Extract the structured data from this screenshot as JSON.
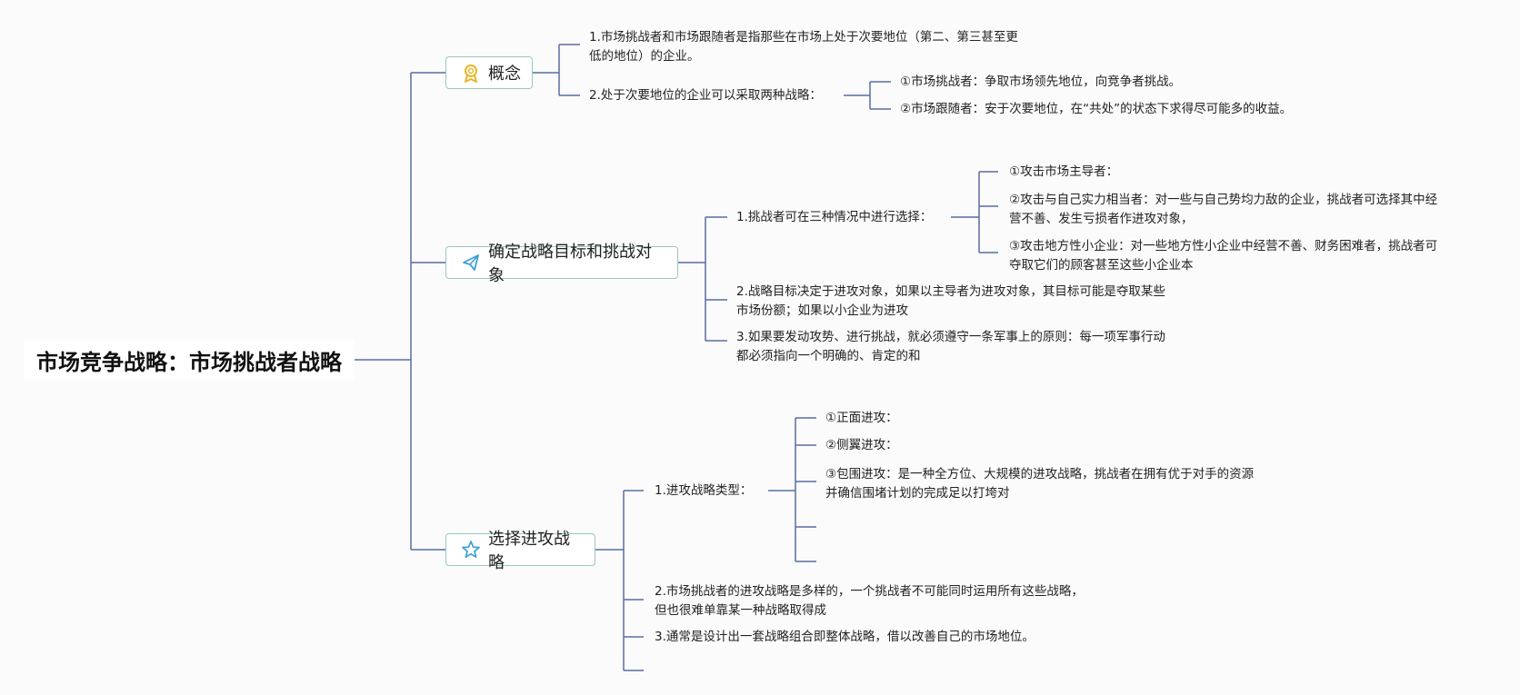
{
  "root": {
    "title": "市场竞争战略：市场挑战者战略"
  },
  "colors": {
    "line": "#3e5592",
    "topic_border": "#9cc6c0",
    "icon_gold": "#e8b62a",
    "icon_blue": "#3aa0d8"
  },
  "branches": [
    {
      "label": "概念",
      "icon": "award-ribbon-icon",
      "children": [
        {
          "lines": [
            "1.市场挑战者和市场跟随者是指那些在市场上处于次要地位（第二、第三甚至更",
            "低的地位）的企业。"
          ]
        },
        {
          "lines": [
            "2.处于次要地位的企业可以采取两种战略："
          ],
          "children": [
            {
              "lines": [
                "①市场挑战者：争取市场领先地位，向竞争者挑战。"
              ]
            },
            {
              "lines": [
                "②市场跟随者：安于次要地位，在“共处”的状态下求得尽可能多的收益。"
              ]
            }
          ]
        }
      ]
    },
    {
      "label": "确定战略目标和挑战对象",
      "icon": "paper-plane-icon",
      "children": [
        {
          "lines": [
            "1.挑战者可在三种情况中进行选择："
          ],
          "children": [
            {
              "lines": [
                "①攻击市场主导者："
              ]
            },
            {
              "lines": [
                "②攻击与自己实力相当者：对一些与自己势均力敌的企业，挑战者可选择其中经",
                "营不善、发生亏损者作进攻对象，"
              ]
            },
            {
              "lines": [
                "③攻击地方性小企业：对一些地方性小企业中经营不善、财务困难者，挑战者可",
                "夺取它们的顾客甚至这些小企业本"
              ]
            }
          ]
        },
        {
          "lines": [
            "2.战略目标决定于进攻对象，如果以主导者为进攻对象，其目标可能是夺取某些",
            "市场份额；如果以小企业为进攻"
          ]
        },
        {
          "lines": [
            "3.如果要发动攻势、进行挑战，就必须遵守一条军事上的原则：每一项军事行动",
            "都必须指向一个明确的、肯定的和"
          ]
        }
      ]
    },
    {
      "label": "选择进攻战略",
      "icon": "star-icon",
      "children": [
        {
          "lines": [
            "1.进攻战略类型："
          ],
          "children": [
            {
              "lines": [
                "①正面进攻："
              ]
            },
            {
              "lines": [
                "②侧翼进攻："
              ]
            },
            {
              "lines": [
                "③包围进攻：是一种全方位、大规模的进攻战略，挑战者在拥有优于对手的资源",
                "并确信围堵计划的完成足以打垮对"
              ]
            }
          ]
        },
        {
          "lines": [
            "2.市场挑战者的进攻战略是多样的，一个挑战者不可能同时运用所有这些战略，",
            "但也很难单靠某一种战略取得成"
          ]
        },
        {
          "lines": [
            "3.通常是设计出一套战略组合即整体战略，借以改善自己的市场地位。"
          ]
        }
      ]
    }
  ]
}
